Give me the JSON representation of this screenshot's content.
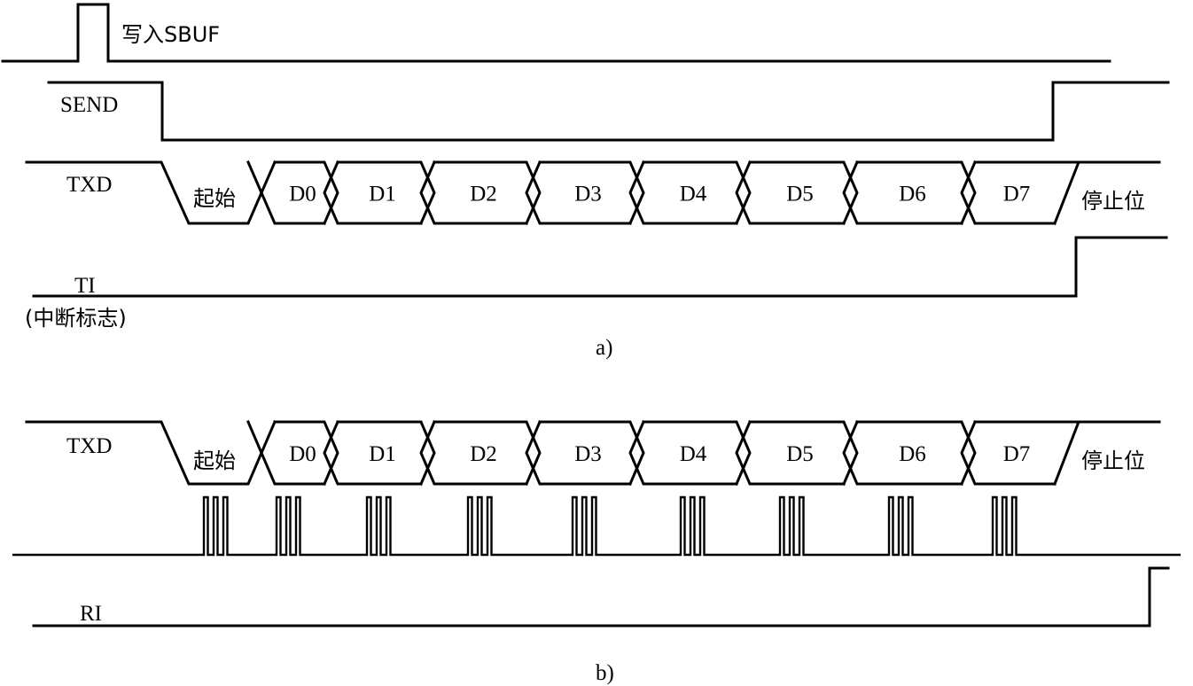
{
  "panel_a": {
    "caption": "a)",
    "write_sbuf": {
      "label": "写入SBUF"
    },
    "send": {
      "label": "SEND"
    },
    "txd": {
      "label": "TXD",
      "start_label": "起始",
      "stop_label": "停止位",
      "bits": [
        "D0",
        "D1",
        "D2",
        "D3",
        "D4",
        "D5",
        "D6",
        "D7"
      ]
    },
    "ti": {
      "label": "TI",
      "sublabel": "(中断标志)"
    }
  },
  "panel_b": {
    "caption": "b)",
    "txd": {
      "label": "TXD",
      "start_label": "起始",
      "stop_label": "停止位",
      "bits": [
        "D0",
        "D1",
        "D2",
        "D3",
        "D4",
        "D5",
        "D6",
        "D7"
      ]
    },
    "shift_pulses": {
      "groups": 9,
      "pulses_per_group": 3
    },
    "ri": {
      "label": "RI"
    }
  },
  "colors": {
    "line": "#000000",
    "background": "#ffffff"
  }
}
